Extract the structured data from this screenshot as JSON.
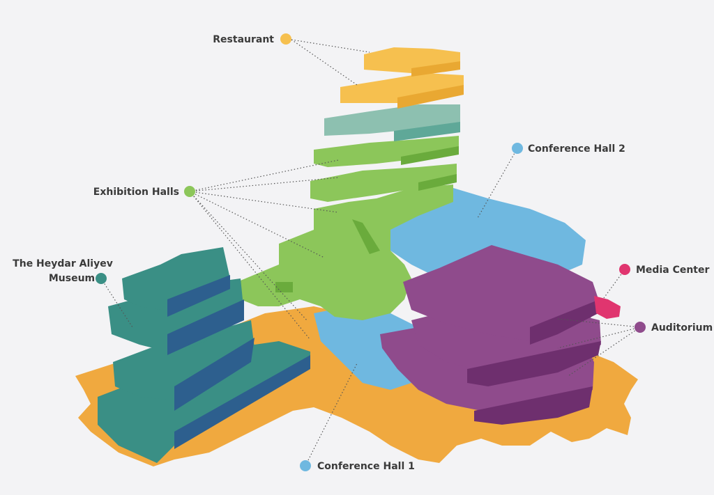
{
  "labels": {
    "restaurant": "Restaurant",
    "conference_hall_2": "Conference Hall 2",
    "exhibition_halls": "Exhibition Halls",
    "museum_line1": "The Heydar Aliyev",
    "museum_line2": "Museum",
    "media_center": "Media Center",
    "auditorium": "Auditorium",
    "conference_hall_1": "Conference Hall 1"
  },
  "colors": {
    "background": "#f3f3f5",
    "base": "#f0a93f",
    "restaurant": "#f6c04f",
    "restaurant_side": "#e9a832",
    "teal_slab": "#8dc0b0",
    "teal_slab_side": "#5fa898",
    "exhibition": "#8cc65a",
    "exhibition_side": "#6aab3c",
    "conference": "#6fb8e0",
    "museum_top": "#3a8f85",
    "museum_side": "#2d5f8e",
    "auditorium": "#8f4b8c",
    "auditorium_side": "#6e2f6e",
    "media_center": "#e0356f"
  }
}
